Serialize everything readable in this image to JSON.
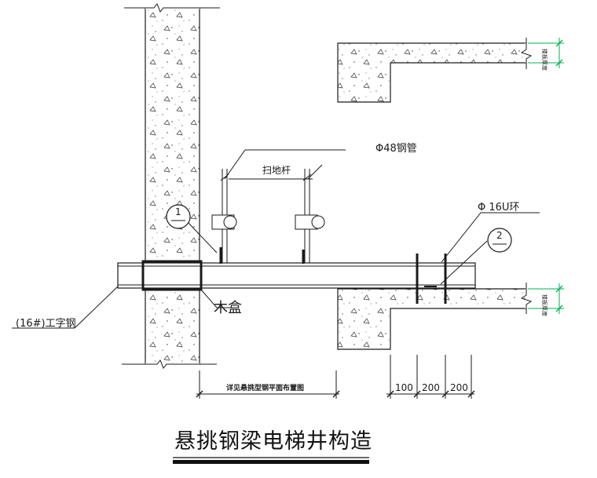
{
  "title": "悬挑钢梁电梯井构造",
  "labels": {
    "steel_pipe": "Φ48钢管",
    "sweep_bar": "扫地杆",
    "u_ring": "Φ 16U环",
    "i_beam": "(16#)工字钢",
    "wood_box": "木盒",
    "plan_ref": "详见悬挑型钢平面布置图",
    "callout_1": "1",
    "callout_2": "2",
    "slab_thickness_top": "楼板厚度",
    "slab_thickness_bottom": "楼板厚度"
  },
  "dimensions": [
    "100",
    "200",
    "200"
  ],
  "colors": {
    "line": "#1a1a1a",
    "dim_marker": "#00b050"
  }
}
